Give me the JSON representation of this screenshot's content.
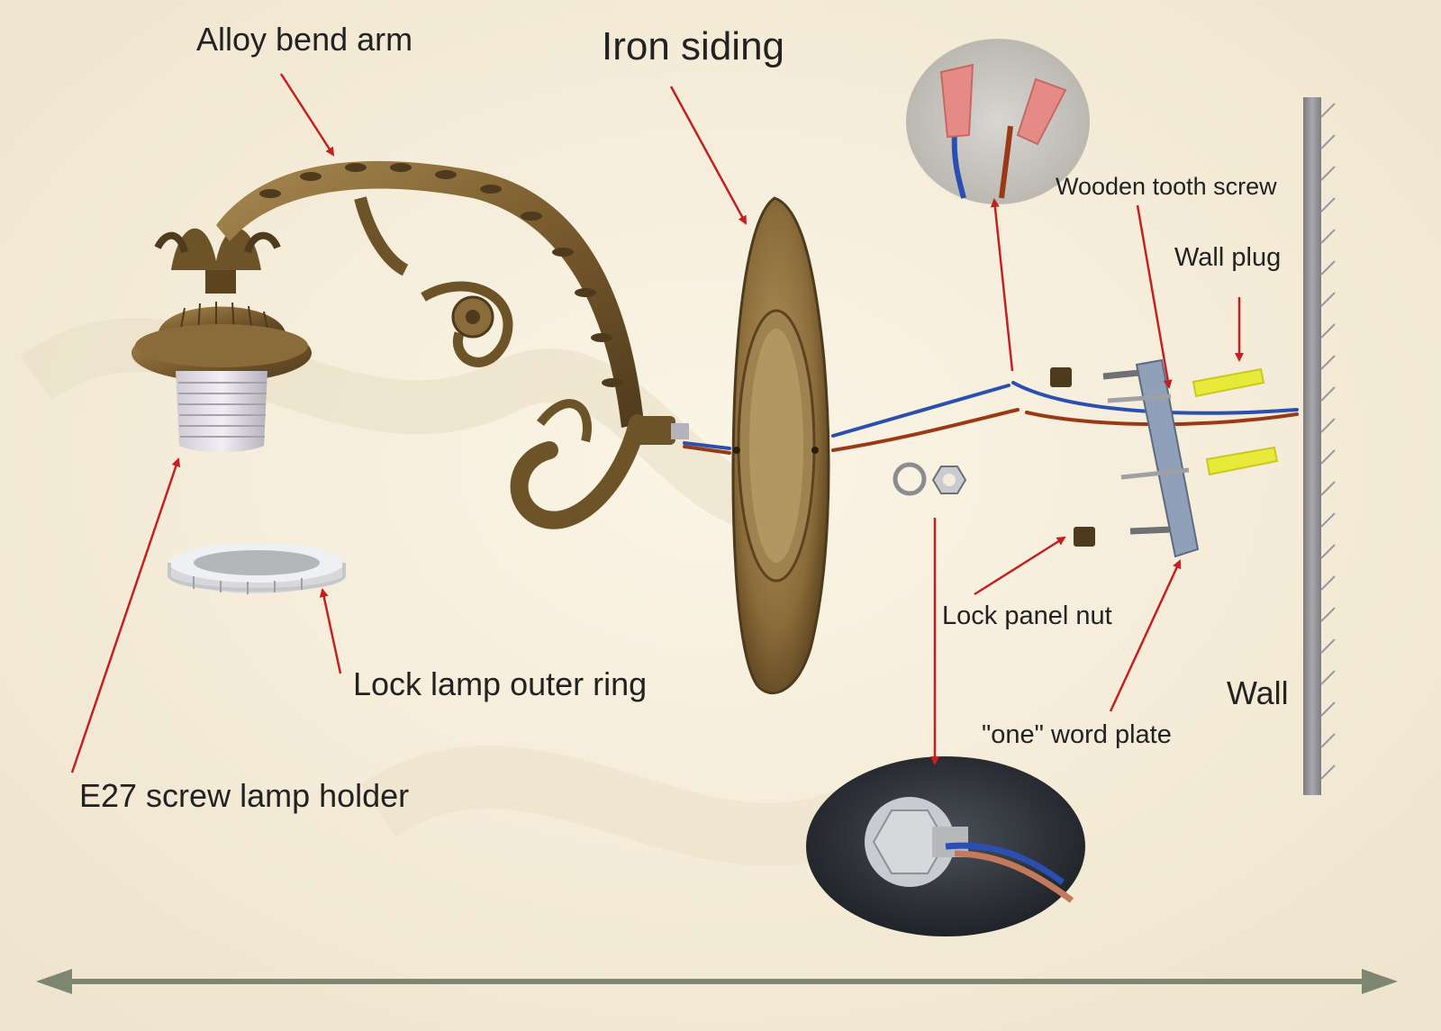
{
  "labels": {
    "alloy_bend_arm": "Alloy bend arm",
    "iron_siding": "Iron siding",
    "wooden_tooth_screw": "Wooden tooth screw",
    "wall_plug": "Wall plug",
    "lock_panel_nut": "Lock panel nut",
    "lock_lamp_outer_ring": "Lock lamp outer ring",
    "wall": "Wall",
    "one_word_plate": "\"one\" word plate",
    "e27_screw_lamp_holder": "E27 screw lamp holder"
  },
  "colors": {
    "background": "#f4ecdb",
    "bronze": "#8a6b3a",
    "bronze_dark": "#4e3a1c",
    "arrow_red": "#c42020",
    "wire_blue": "#2a4fb0",
    "wire_brown": "#9a3a14",
    "wall_gray": "#8e8e92",
    "wire_nut_pink": "#e58a84",
    "wall_plug_yellow": "#e8ea3a"
  }
}
